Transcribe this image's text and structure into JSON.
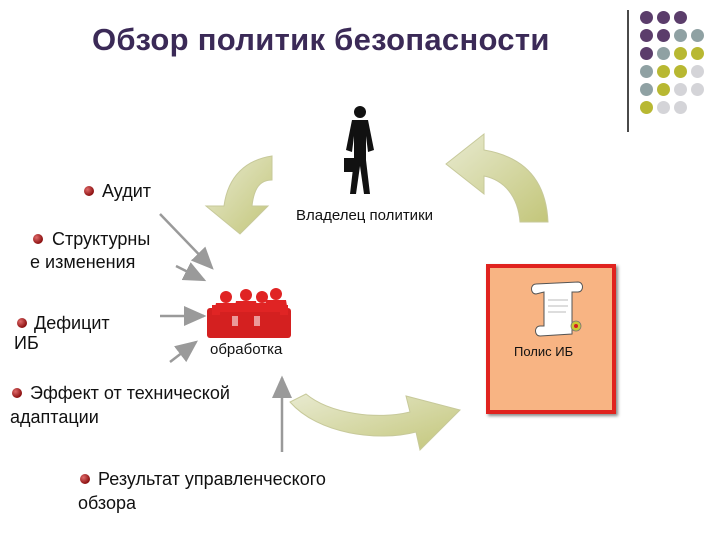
{
  "title": "Обзор политик безопасности",
  "owner_label": "Владелец политики",
  "process_label": "обработка",
  "policy_label": "Полис ИБ",
  "inputs": [
    {
      "line1": "Аудит",
      "line2": ""
    },
    {
      "line1": "Структурны",
      "line2": "е изменения"
    },
    {
      "line1": "Дефицит",
      "line2": "ИБ"
    },
    {
      "line1": "Эффект от технической",
      "line2": "адаптации"
    },
    {
      "line1": "Результат управленческого",
      "line2": "обзора"
    }
  ],
  "colors": {
    "title": "#3b2a57",
    "bullet": "#a61b1b",
    "arrow_fill": "#cfd28a",
    "policy_bg": "#f8b483",
    "policy_border": "#e0231f",
    "dot_purple": "#5b3d6b",
    "dot_gray": "#8fa1a3",
    "dot_yellow": "#b8b832",
    "dot_light": "#d4d4d8"
  }
}
